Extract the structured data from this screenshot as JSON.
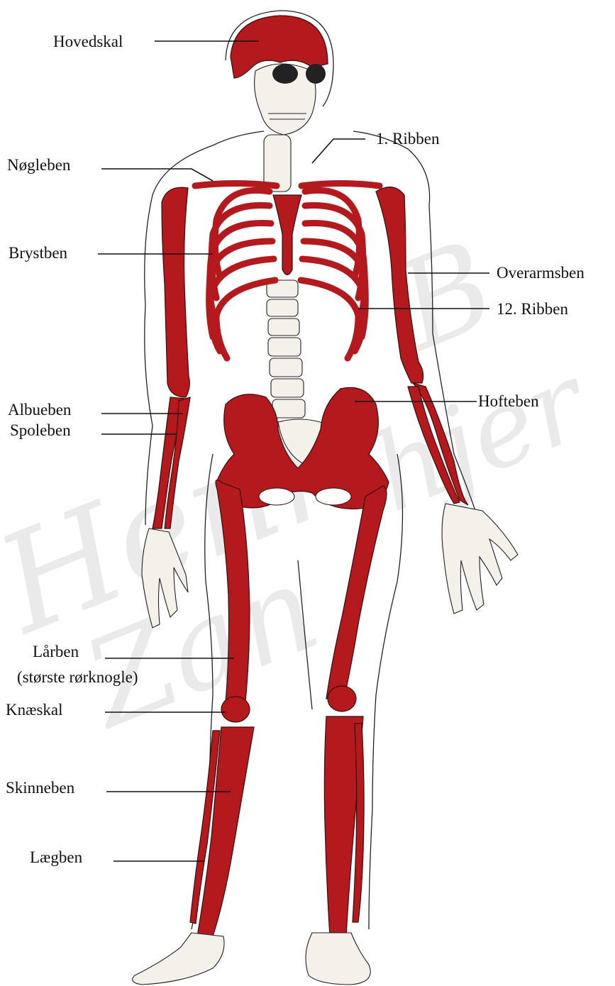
{
  "colors": {
    "bone": "#b3191d",
    "watermark": "#d9d9d9"
  },
  "labels": {
    "hovedskal": "Hovedskal",
    "ribben1": "1. Ribben",
    "noegleben": "Nøgleben",
    "brystben": "Brystben",
    "overarmsben": "Overarmsben",
    "ribben12": "12. Ribben",
    "albueben": "Albueben",
    "spoleben": "Spoleben",
    "hofteben": "Hofteben",
    "laarben_1": "Lårben",
    "laarben_2": "(største rørknogle)",
    "knaeskal": "Knæskal",
    "skinneben": "Skinneben",
    "laegben": "Lægben"
  },
  "watermark": {
    "line1": "Henr",
    "line2": "Zan",
    "line3": "B",
    "line4": "hjer"
  }
}
